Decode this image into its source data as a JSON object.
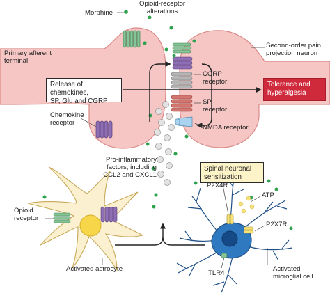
{
  "labels": {
    "morphine": "Morphine",
    "opioid_receptor_alterations": "Opioid-receptor\nalterations",
    "primary_afferent_terminal": "Primary afferent\nterminal",
    "second_order_neuron": "Second-order pain\nprojection neuron",
    "release": "Release of chemokines,\nSP, Glu and CGRP",
    "tolerance": "Tolerance and\nhyperalgesia",
    "cgrp_receptor": "CGRP\nreceptor",
    "sp_receptor": "SP\nreceptor",
    "nmda_receptor": "NMDA receptor",
    "chemokine_receptor": "Chemokine\nreceptor",
    "pro_inflammatory": "Pro-inflammatory\nfactors, including\nCCL2 and CXCL1",
    "spinal_sensitization": "Spinal neuronal\nsensitization",
    "p2x4r": "P2X4R",
    "atp": "ATP",
    "p2x7r": "P2X7R",
    "opioid_receptor": "Opioid\nreceptor",
    "activated_astrocyte": "Activated astrocyte",
    "tlr4": "TLR4",
    "activated_microglial": "Activated\nmicroglial cell"
  },
  "colors": {
    "neuron_fill": "#f5c6c4",
    "neuron_stroke": "#d98a87",
    "astrocyte_fill": "#fbf0cf",
    "microglia_fill": "#2f79c0",
    "microglia_light": "#8fc0e8",
    "receptor_green": "#86c596",
    "receptor_purple": "#8f6fb3",
    "receptor_grey": "#b5b5b5",
    "receptor_red": "#d2756f",
    "receptor_blue": "#a9d3ef",
    "tolerance_red": "#cf2a3c",
    "morphine_green": "#2fa24e",
    "vesicle": "#e3e3e3"
  }
}
